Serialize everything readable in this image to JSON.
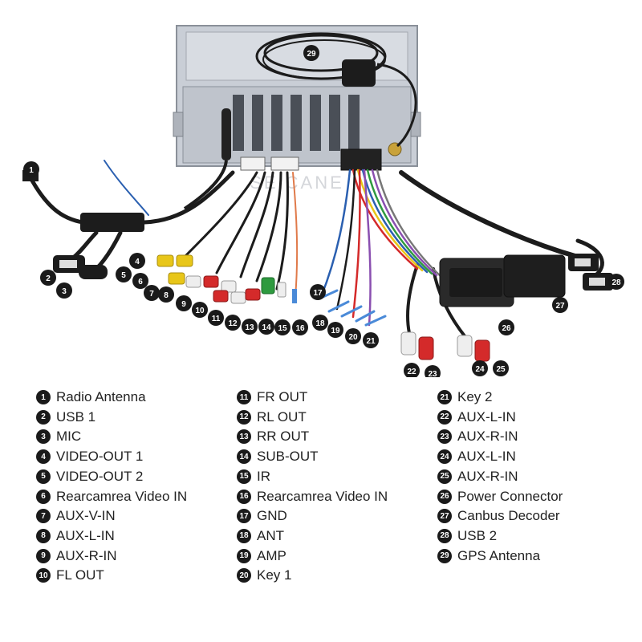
{
  "watermark": "SEICANE",
  "legend": [
    {
      "num": "1",
      "label": "Radio Antenna"
    },
    {
      "num": "2",
      "label": "USB 1"
    },
    {
      "num": "3",
      "label": "MIC"
    },
    {
      "num": "4",
      "label": "VIDEO-OUT 1"
    },
    {
      "num": "5",
      "label": "VIDEO-OUT 2"
    },
    {
      "num": "6",
      "label": "Rearcamrea Video IN"
    },
    {
      "num": "7",
      "label": "AUX-V-IN"
    },
    {
      "num": "8",
      "label": "AUX-L-IN"
    },
    {
      "num": "9",
      "label": "AUX-R-IN"
    },
    {
      "num": "10",
      "label": "FL OUT"
    },
    {
      "num": "11",
      "label": "FR OUT"
    },
    {
      "num": "12",
      "label": "RL OUT"
    },
    {
      "num": "13",
      "label": "RR OUT"
    },
    {
      "num": "14",
      "label": "SUB-OUT"
    },
    {
      "num": "15",
      "label": "IR"
    },
    {
      "num": "16",
      "label": "Rearcamrea Video IN"
    },
    {
      "num": "17",
      "label": "GND"
    },
    {
      "num": "18",
      "label": "ANT"
    },
    {
      "num": "19",
      "label": "AMP"
    },
    {
      "num": "20",
      "label": "Key 1"
    },
    {
      "num": "21",
      "label": "Key 2"
    },
    {
      "num": "22",
      "label": "AUX-L-IN"
    },
    {
      "num": "23",
      "label": "AUX-R-IN"
    },
    {
      "num": "24",
      "label": "AUX-L-IN"
    },
    {
      "num": "25",
      "label": "AUX-R-IN"
    },
    {
      "num": "26",
      "label": "Power Connector"
    },
    {
      "num": "27",
      "label": "Canbus Decoder"
    },
    {
      "num": "28",
      "label": "USB 2"
    },
    {
      "num": "29",
      "label": "GPS Antenna"
    }
  ],
  "markers": [
    "1",
    "2",
    "3",
    "4",
    "5",
    "6",
    "7",
    "8",
    "9",
    "10",
    "11",
    "12",
    "13",
    "14",
    "15",
    "16",
    "17",
    "18",
    "19",
    "20",
    "21",
    "22",
    "23",
    "24",
    "25",
    "26",
    "27",
    "28",
    "29"
  ],
  "colors": {
    "badge": "#1a1a1a",
    "chassis": "#c9ced6",
    "cable": "#1c1c1c",
    "rca_yellow": "#e8c619",
    "rca_red": "#d42a2a",
    "rca_white": "#eeeeee",
    "rca_green": "#2e9a3f"
  }
}
